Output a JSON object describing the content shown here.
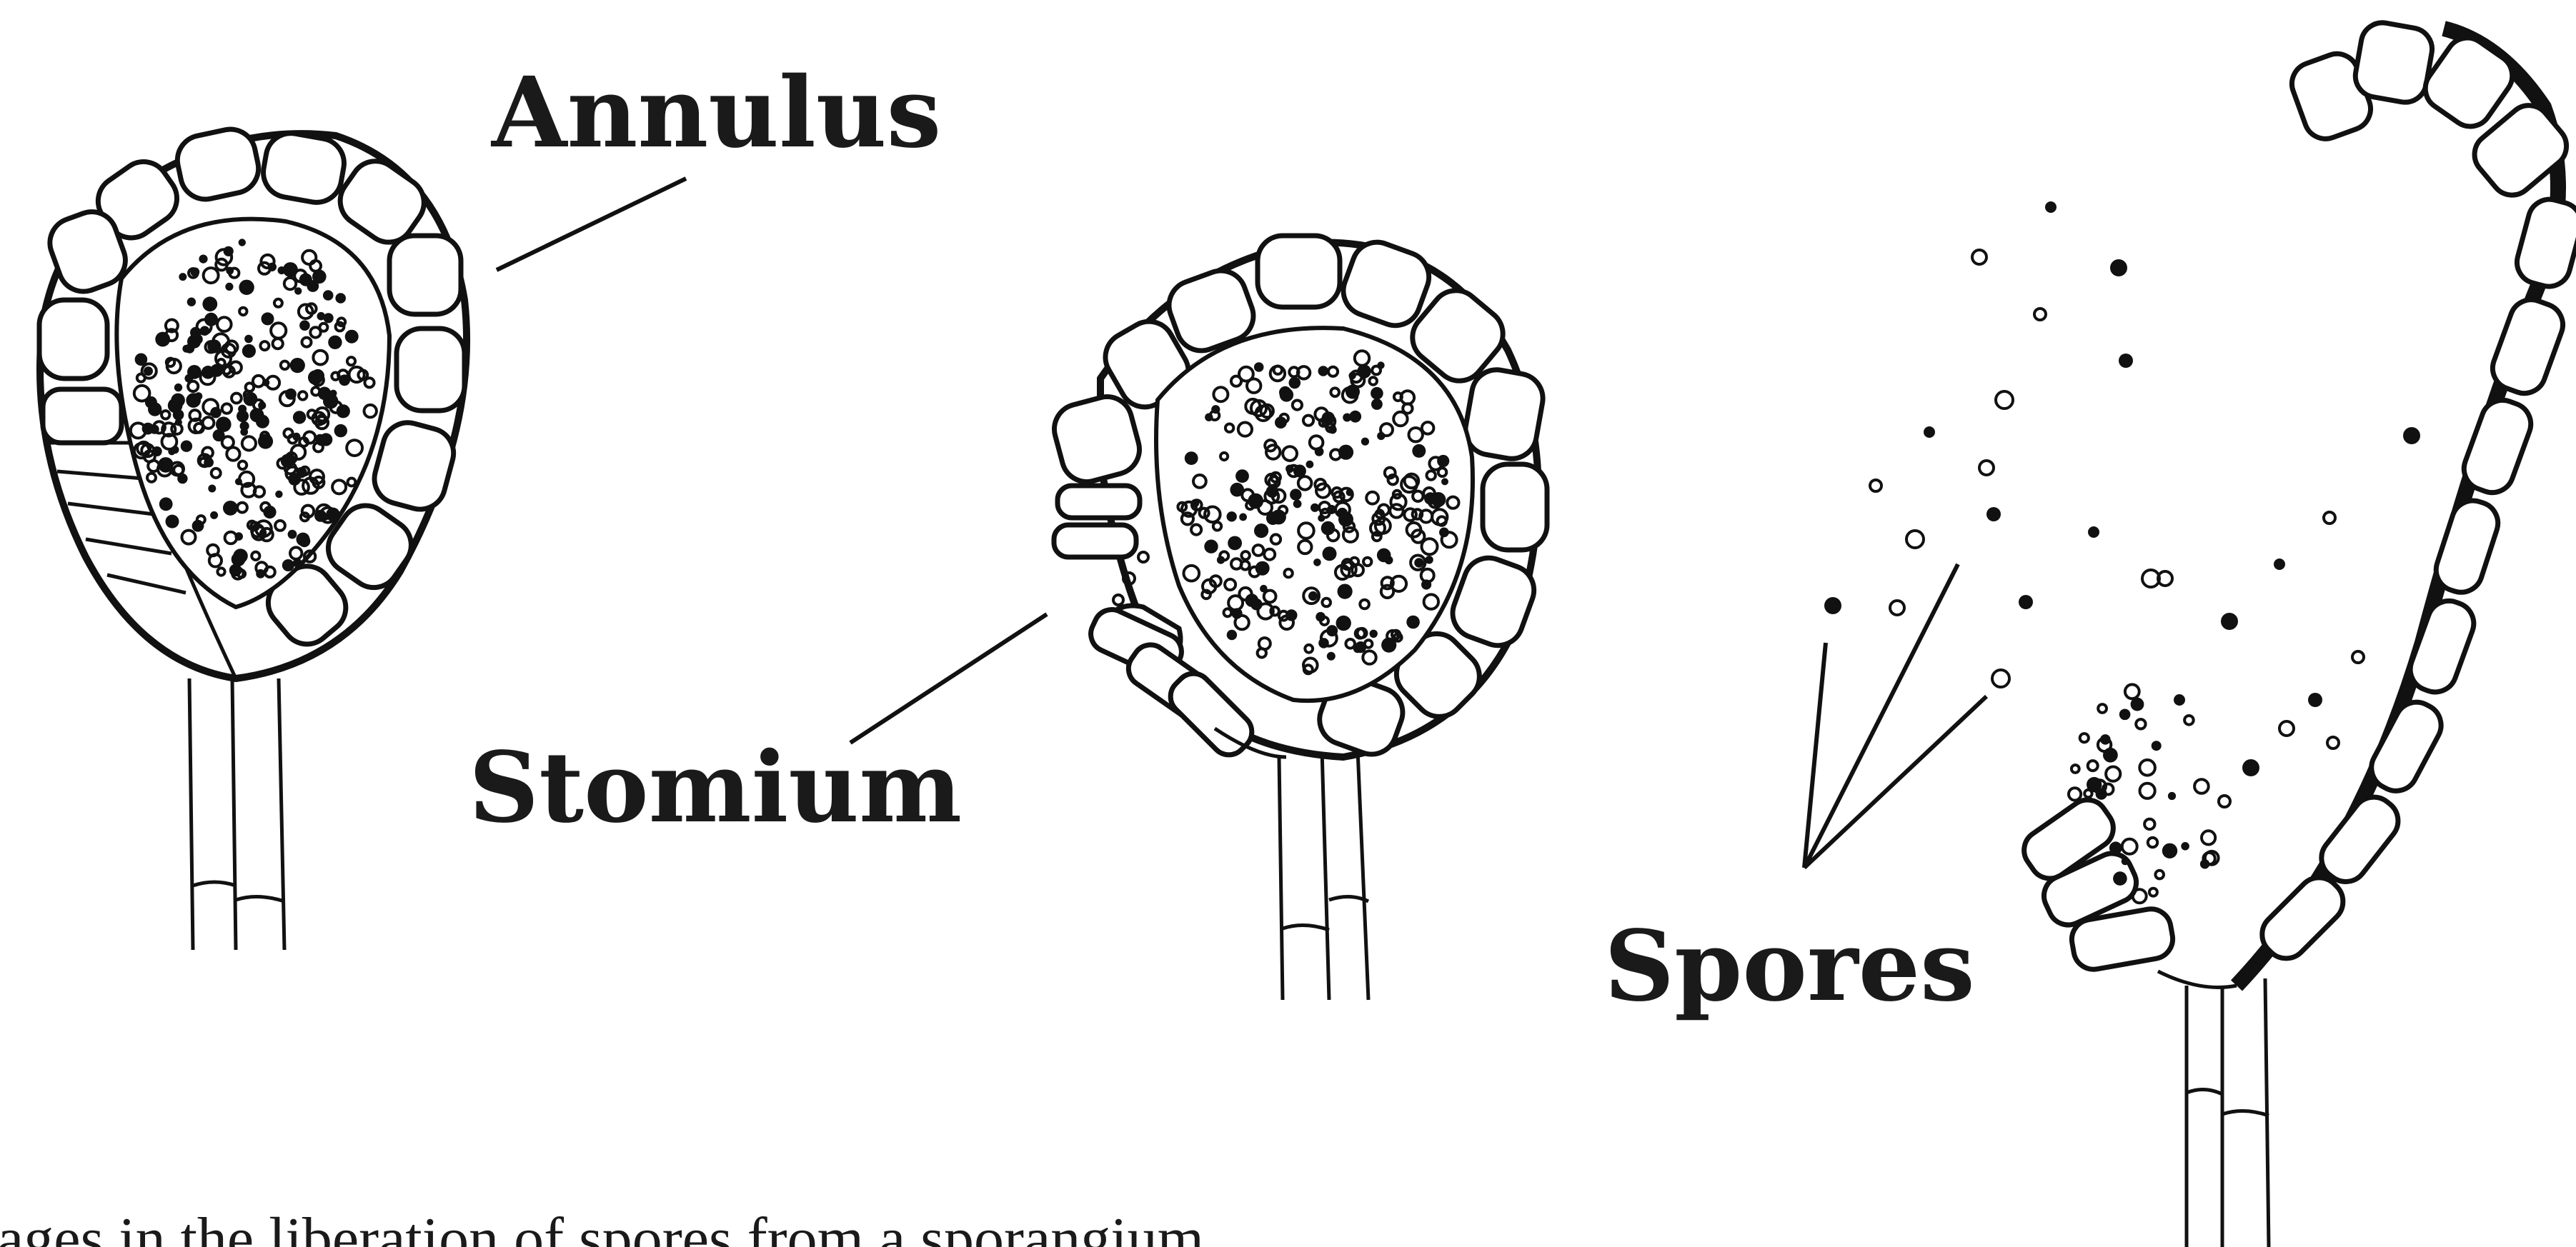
{
  "figure": {
    "labels": {
      "annulus": "Annulus",
      "stomium": "Stomium",
      "spores": "Spores"
    },
    "caption": "ages in the liberation of spores from a sporangium"
  }
}
